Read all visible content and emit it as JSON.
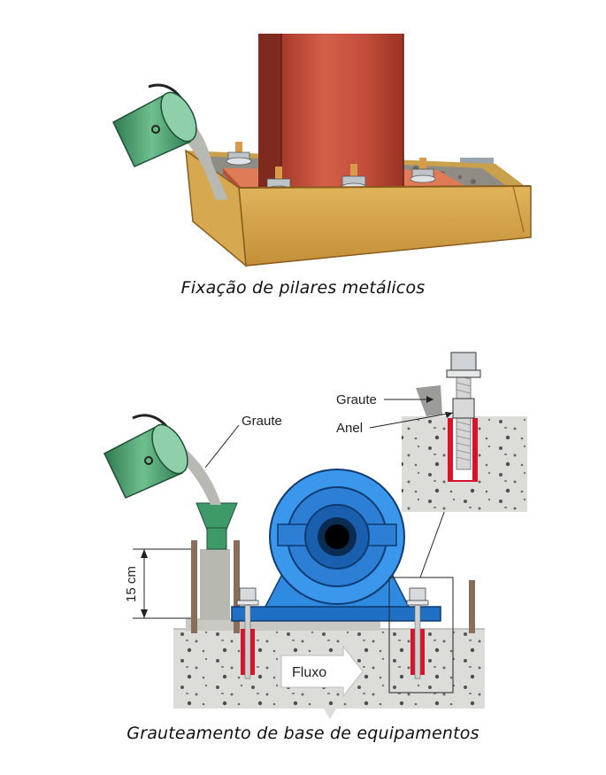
{
  "figure1": {
    "caption": "Fixação de pilares metálicos"
  },
  "figure2": {
    "caption": "Grauteamento de base de equipamentos",
    "labels": {
      "grout_left": "Graute",
      "grout_detail": "Graute",
      "ring": "Anel",
      "height": "15 cm",
      "flow": "Fluxo"
    }
  },
  "colors": {
    "column": "#c9513a",
    "base_plate": "#d9734f",
    "formwork": "#d3a24a",
    "bucket": "#3f9a6a",
    "equipment": "#2e8be0",
    "concrete": "#d8d8d4",
    "anchor_sleeve": "#d8132b"
  }
}
